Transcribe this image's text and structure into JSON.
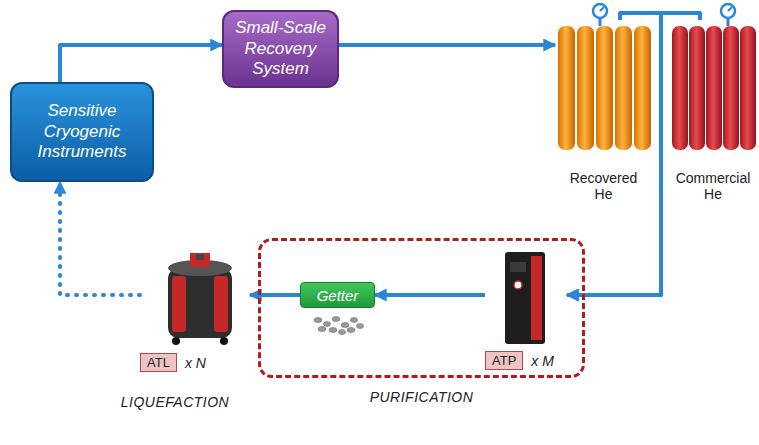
{
  "diagram": {
    "nodes": [
      {
        "text": [
          "Sensitive Cryogenic Instruments"
        ]
      },
      {
        "text": [
          "Small-Scale Recovery System"
        ]
      },
      {
        "text": [
          "Recovered He"
        ]
      },
      {
        "text": [
          "Commercial He"
        ]
      },
      {
        "text": [
          "PURIFICATION"
        ]
      },
      {
        "text": [
          "Getter"
        ],
        "in": 4
      },
      {
        "text": [
          "ATP",
          "x M"
        ],
        "in": 4
      },
      {
        "text": [
          "ATL",
          "x N"
        ]
      }
    ],
    "edges": [
      {
        "from": 0,
        "to": 1,
        "arrow": "to"
      },
      {
        "from": 1,
        "to": 2,
        "arrow": "to"
      },
      {
        "from": 2,
        "to": 6,
        "arrow": "to"
      },
      {
        "from": 3,
        "to": 6,
        "arrow": "to"
      },
      {
        "from": 6,
        "to": 5,
        "arrow": "to"
      },
      {
        "from": 5,
        "to": 7,
        "arrow": "to"
      },
      {
        "from": 7,
        "to": 0,
        "arrow": "to"
      }
    ],
    "labels": [
      "LIQUEFACTION"
    ]
  }
}
